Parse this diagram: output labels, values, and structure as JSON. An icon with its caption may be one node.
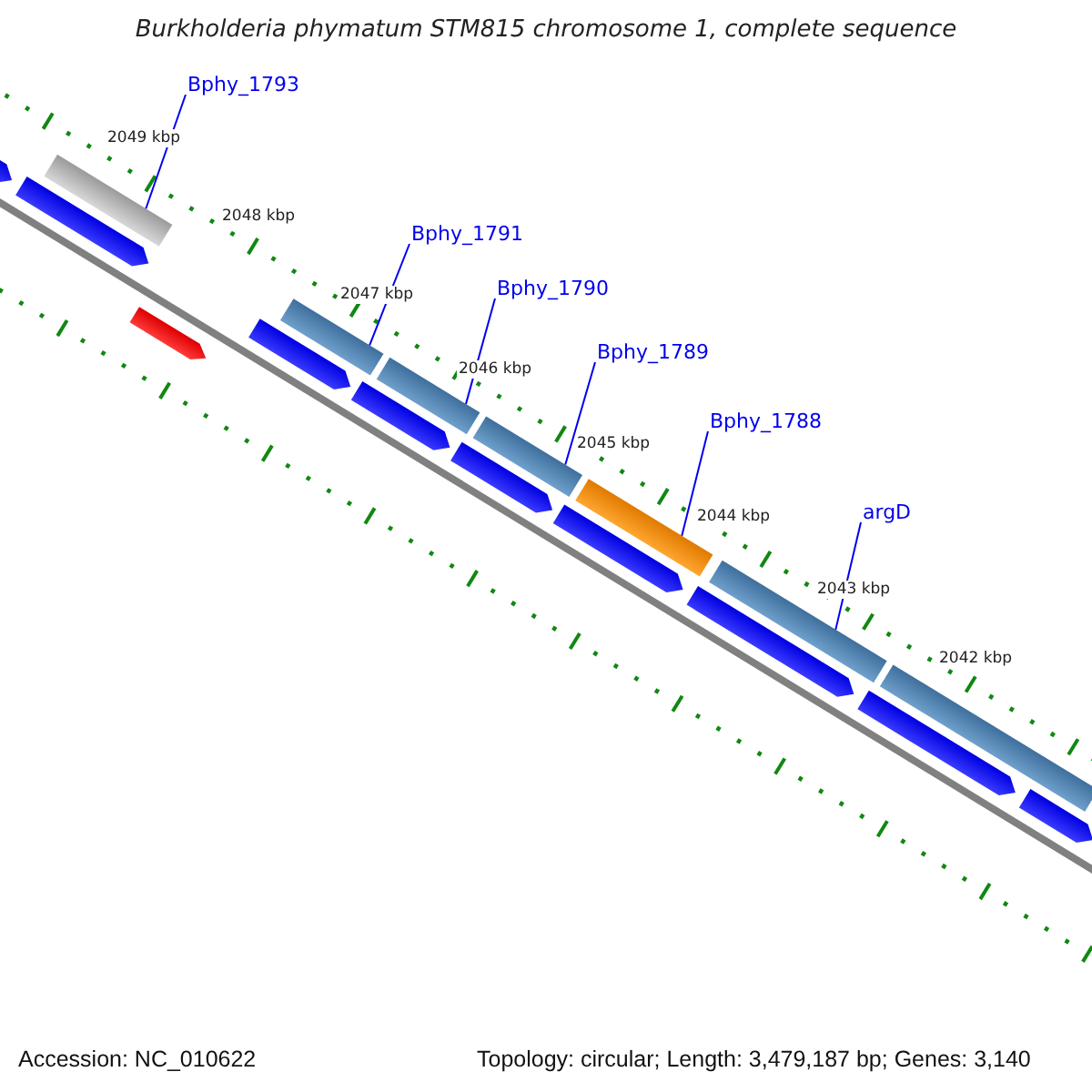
{
  "diagram": {
    "title": "Burkholderia phymatum STM815 chromosome 1, complete sequence",
    "nodes": [
      {
        "text": [
          "Bphy_1793"
        ]
      },
      {
        "text": [
          "Bphy_1791"
        ]
      },
      {
        "text": [
          "Bphy_1790"
        ]
      },
      {
        "text": [
          "Bphy_1789"
        ]
      },
      {
        "text": [
          "Bphy_1788"
        ]
      },
      {
        "text": [
          "argD"
        ]
      },
      {
        "text": [],
        "shape": "bar"
      },
      {
        "text": [],
        "shape": "bar"
      },
      {
        "text": [],
        "shape": "bar"
      },
      {
        "text": [],
        "shape": "bar"
      },
      {
        "text": [],
        "shape": "bar"
      },
      {
        "text": [],
        "shape": "bar"
      },
      {
        "text": [],
        "shape": "bar"
      },
      {
        "text": [],
        "shape": "arrow"
      },
      {
        "text": [],
        "shape": "arrow"
      },
      {
        "text": [],
        "shape": "arrow"
      },
      {
        "text": [],
        "shape": "arrow"
      },
      {
        "text": [],
        "shape": "arrow"
      },
      {
        "text": [],
        "shape": "arrow"
      },
      {
        "text": [],
        "shape": "arrow"
      },
      {
        "text": [],
        "shape": "arrow"
      },
      {
        "text": [],
        "shape": "arrow"
      },
      {
        "text": [],
        "shape": "arrow"
      }
    ],
    "edges": [
      {
        "from": 0,
        "to": 6,
        "arrow": "none"
      },
      {
        "from": 1,
        "to": 7,
        "arrow": "none"
      },
      {
        "from": 2,
        "to": 8,
        "arrow": "none"
      },
      {
        "from": 3,
        "to": 9,
        "arrow": "none"
      },
      {
        "from": 4,
        "to": 10,
        "arrow": "none"
      },
      {
        "from": 5,
        "to": 11,
        "arrow": "none"
      }
    ],
    "labels": [
      "2049 kbp",
      "2048 kbp",
      "2047 kbp",
      "2046 kbp",
      "2045 kbp",
      "2044 kbp",
      "2043 kbp",
      "2042 kbp",
      "Accession: NC_010622",
      "Topology: circular; Length: 3,479,187 bp; Genes: 3,140"
    ]
  }
}
